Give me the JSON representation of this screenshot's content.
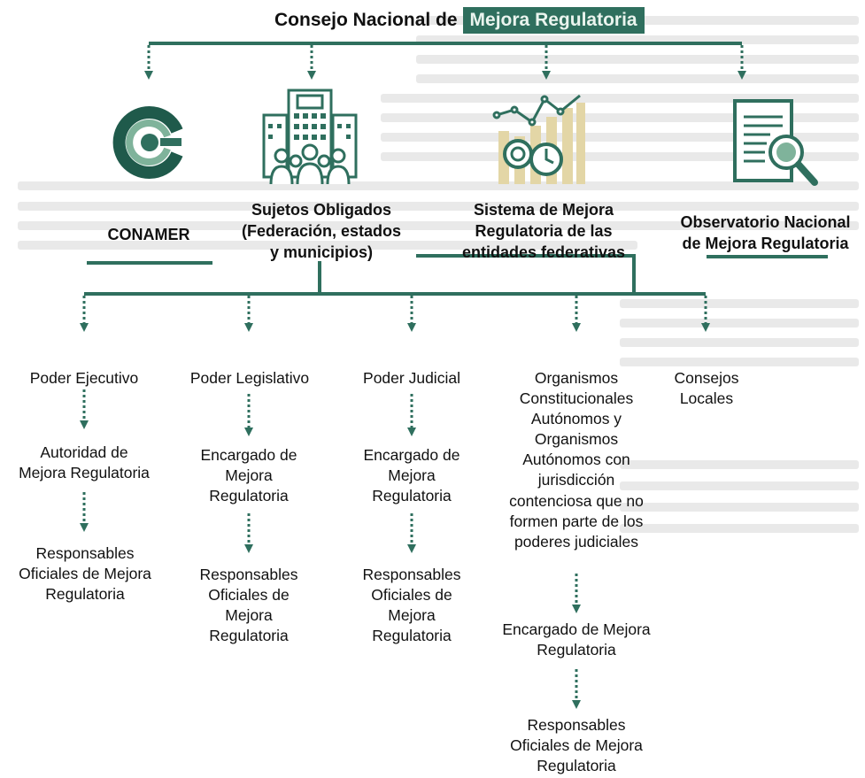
{
  "title": {
    "prefix": "Consejo Nacional de",
    "highlight": "Mejora Regulatoria"
  },
  "colors": {
    "accent": "#2f6f5e",
    "accent_light": "#7fb39b",
    "gold": "#c9b16a"
  },
  "top_nodes": [
    {
      "icon": "conamer-logo-icon",
      "label": "CONAMER"
    },
    {
      "icon": "building-people-icon",
      "label": "Sujetos Obligados\n(Federación, estados\ny municipios)"
    },
    {
      "icon": "growth-chart-clock-icon",
      "label": "Sistema de Mejora\nRegulatoria de las\nentidades federativas"
    },
    {
      "icon": "document-magnifier-icon",
      "label": "Observatorio Nacional\nde Mejora Regulatoria"
    }
  ],
  "branches": [
    {
      "label": "Poder Ejecutivo",
      "children": [
        "Autoridad de\nMejora Regulatoria",
        "Responsables\nOficiales de Mejora\nRegulatoria"
      ]
    },
    {
      "label": "Poder Legislativo",
      "children": [
        "Encargado de\nMejora\nRegulatoria",
        "Responsables\nOficiales de\nMejora\nRegulatoria"
      ]
    },
    {
      "label": "Poder Judicial",
      "children": [
        "Encargado de\nMejora\nRegulatoria",
        "Responsables\nOficiales de\nMejora\nRegulatoria"
      ]
    },
    {
      "label": "Organismos\nConstitucionales\nAutónomos y\nOrganismos\nAutónomos con\njurisdicción\ncontenciosa que no\nformen parte de los\npoderes judiciales",
      "children": [
        "Encargado de Mejora\nRegulatoria",
        "Responsables\nOficiales de Mejora\nRegulatoria"
      ]
    },
    {
      "label": "Consejos\nLocales",
      "children": []
    }
  ]
}
